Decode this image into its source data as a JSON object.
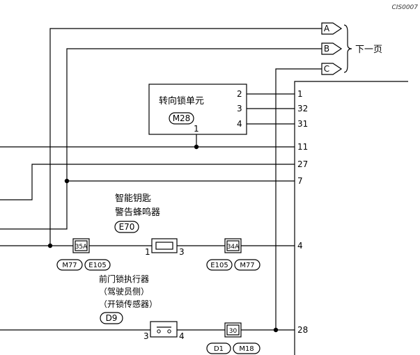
{
  "diagram_code": "CIS0007",
  "next_page_label": "下一页",
  "arrows": [
    "A",
    "B",
    "C"
  ],
  "steering_lock": {
    "name": "转向锁单元",
    "connector": "M28",
    "pins": [
      "2",
      "3",
      "4",
      "1"
    ]
  },
  "bus_pins": [
    "1",
    "32",
    "31",
    "11",
    "27",
    "7",
    "4",
    "28"
  ],
  "buzzer": {
    "line1": "智能钥匙",
    "line2": "警告蜂鸣器",
    "connector": "E70",
    "pins": [
      "1",
      "3"
    ]
  },
  "joint_connectors": {
    "left": {
      "label": "35A",
      "refs": [
        "M77",
        "E105"
      ]
    },
    "right": {
      "label": "34A",
      "refs": [
        "E105",
        "M77"
      ]
    },
    "bottom": {
      "label": "30",
      "refs": [
        "D1",
        "M18"
      ]
    }
  },
  "door_lock": {
    "line1": "前门锁执行器",
    "line2": "（驾驶员侧）",
    "line3": "（开锁传感器）",
    "connector": "D9",
    "pins": [
      "3",
      "4"
    ]
  }
}
